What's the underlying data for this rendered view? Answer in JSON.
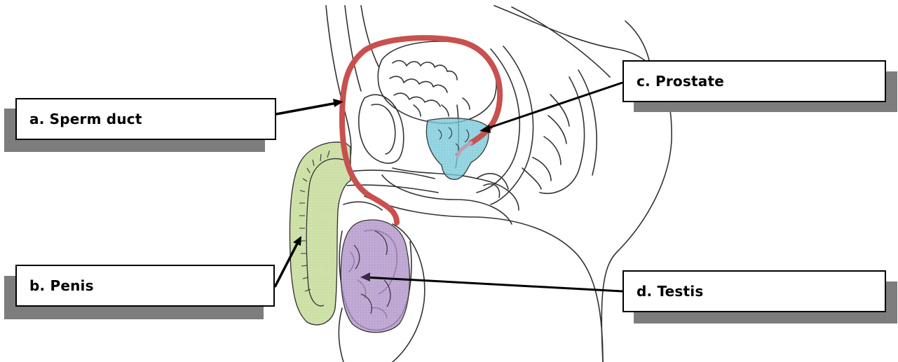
{
  "labels": {
    "sperm_duct": "a.  Sperm duct",
    "penis": "b.  Penis",
    "prostate": "c.  Prostate",
    "testis": "d.  Testis"
  },
  "colors": {
    "sperm_duct": "#c8504e",
    "penis": "#b9d486",
    "prostate": "#6fc4d6",
    "testis": "#a98ac4",
    "outline": "#333333",
    "box_shadow": "#7d7d7d"
  }
}
